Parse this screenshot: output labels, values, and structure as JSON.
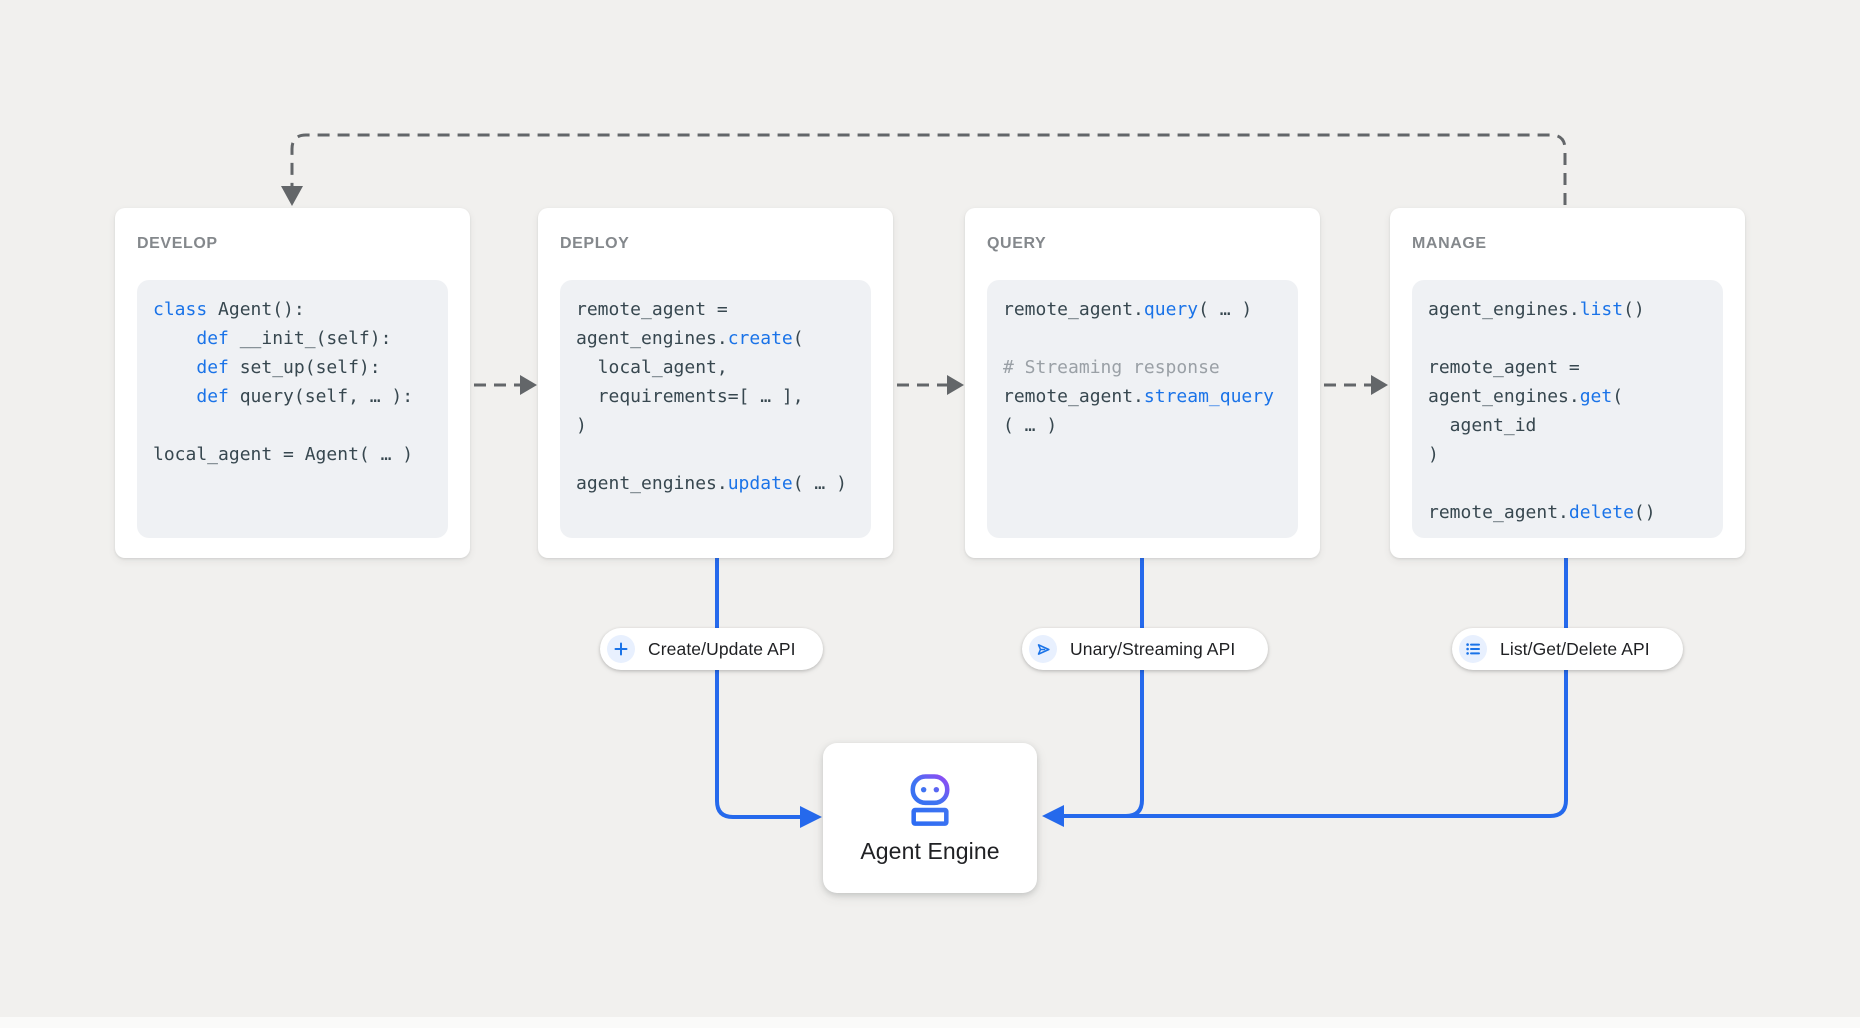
{
  "palette": {
    "background": "#f1f0ee",
    "card_bg": "#ffffff",
    "code_bg": "#eff1f4",
    "title_gray": "#84888c",
    "code_text": "#37474f",
    "keyword_blue": "#1a73e8",
    "comment_gray": "#9aa0a6",
    "connector_gray": "#636669",
    "connector_blue": "#2569ec",
    "pill_icon_circle_bg": "#e8f0fe",
    "pill_icon_blue": "#1a73e8",
    "robot_gradient_blue": "#2b6bf3",
    "robot_gradient_purple": "#a142f4",
    "label_dark": "#202124"
  },
  "cards": [
    {
      "title": "DEVELOP",
      "code": [
        [
          {
            "text": "class",
            "style": "keyword"
          },
          {
            "text": " Agent():",
            "style": "plain"
          }
        ],
        [
          {
            "text": "    ",
            "style": "plain"
          },
          {
            "text": "def",
            "style": "keyword"
          },
          {
            "text": " __init_(self):",
            "style": "plain"
          }
        ],
        [
          {
            "text": "    ",
            "style": "plain"
          },
          {
            "text": "def",
            "style": "keyword"
          },
          {
            "text": " set_up(self):",
            "style": "plain"
          }
        ],
        [
          {
            "text": "    ",
            "style": "plain"
          },
          {
            "text": "def",
            "style": "keyword"
          },
          {
            "text": " query(self, … ):",
            "style": "plain"
          }
        ],
        [],
        [
          {
            "text": "local_agent = Agent( … )",
            "style": "plain"
          }
        ]
      ]
    },
    {
      "title": "DEPLOY",
      "code": [
        [
          {
            "text": "remote_agent =",
            "style": "plain"
          }
        ],
        [
          {
            "text": "agent_engines.",
            "style": "plain"
          },
          {
            "text": "create",
            "style": "keyword"
          },
          {
            "text": "(",
            "style": "plain"
          }
        ],
        [
          {
            "text": "  local_agent,",
            "style": "plain"
          }
        ],
        [
          {
            "text": "  requirements=[ … ],",
            "style": "plain"
          }
        ],
        [
          {
            "text": ")",
            "style": "plain"
          }
        ],
        [],
        [
          {
            "text": "agent_engines.",
            "style": "plain"
          },
          {
            "text": "update",
            "style": "keyword"
          },
          {
            "text": "( … )",
            "style": "plain"
          }
        ]
      ]
    },
    {
      "title": "QUERY",
      "code": [
        [
          {
            "text": "remote_agent.",
            "style": "plain"
          },
          {
            "text": "query",
            "style": "keyword"
          },
          {
            "text": "( … )",
            "style": "plain"
          }
        ],
        [],
        [
          {
            "text": "# Streaming response",
            "style": "comment"
          }
        ],
        [
          {
            "text": "remote_agent.",
            "style": "plain"
          },
          {
            "text": "stream_query",
            "style": "keyword"
          }
        ],
        [
          {
            "text": "( … )",
            "style": "plain"
          }
        ]
      ]
    },
    {
      "title": "MANAGE",
      "code": [
        [
          {
            "text": "agent_engines.",
            "style": "plain"
          },
          {
            "text": "list",
            "style": "keyword"
          },
          {
            "text": "()",
            "style": "plain"
          }
        ],
        [],
        [
          {
            "text": "remote_agent =",
            "style": "plain"
          }
        ],
        [
          {
            "text": "agent_engines.",
            "style": "plain"
          },
          {
            "text": "get",
            "style": "keyword"
          },
          {
            "text": "(",
            "style": "plain"
          }
        ],
        [
          {
            "text": "  agent_id",
            "style": "plain"
          }
        ],
        [
          {
            "text": ")",
            "style": "plain"
          }
        ],
        [],
        [
          {
            "text": "remote_agent.",
            "style": "plain"
          },
          {
            "text": "delete",
            "style": "keyword"
          },
          {
            "text": "()",
            "style": "plain"
          }
        ]
      ]
    }
  ],
  "pills": [
    {
      "label": "Create/Update API",
      "icon": "plus-icon"
    },
    {
      "label": "Unary/Streaming API",
      "icon": "send-icon"
    },
    {
      "label": "List/Get/Delete API",
      "icon": "list-icon"
    }
  ],
  "engine": {
    "label": "Agent Engine"
  }
}
